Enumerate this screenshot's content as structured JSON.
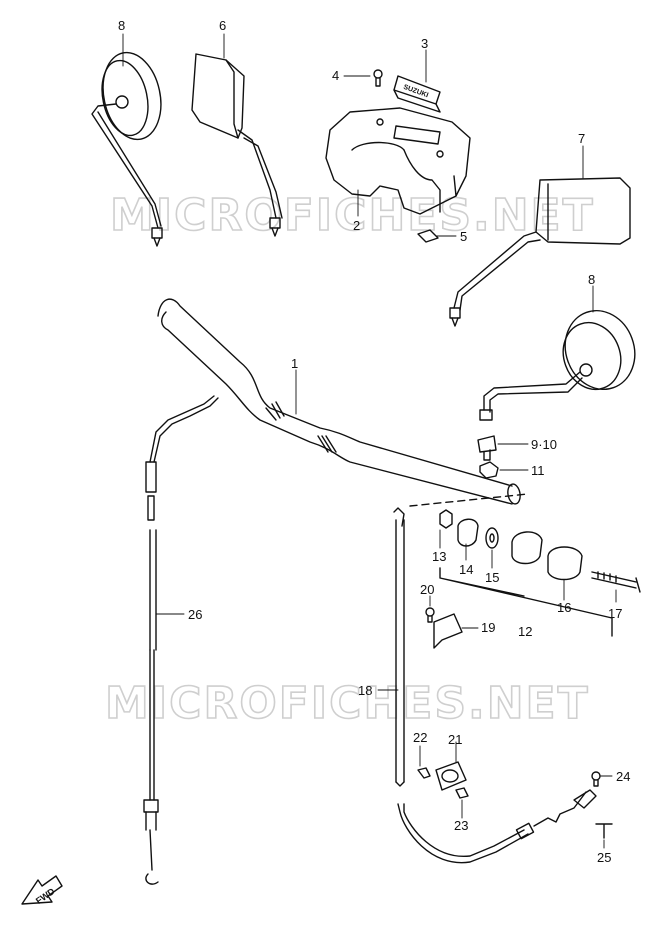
{
  "watermark": "MICROFICHES.NET",
  "fwd_label": "FWD",
  "badge_text": "SUZUKI",
  "callouts": {
    "p1": "1",
    "p2": "2",
    "p3": "3",
    "p4": "4",
    "p5": "5",
    "p6": "6",
    "p7": "7",
    "p8a": "8",
    "p8b": "8",
    "p9_10": "9·10",
    "p11": "11",
    "p12": "12",
    "p13": "13",
    "p14": "14",
    "p15": "15",
    "p16": "16",
    "p17": "17",
    "p18": "18",
    "p19": "19",
    "p20": "20",
    "p21": "21",
    "p22": "22",
    "p23": "23",
    "p24": "24",
    "p25": "25",
    "p26": "26"
  },
  "colors": {
    "line": "#111111",
    "watermark": "#d9d9d9",
    "paper": "#ffffff"
  }
}
